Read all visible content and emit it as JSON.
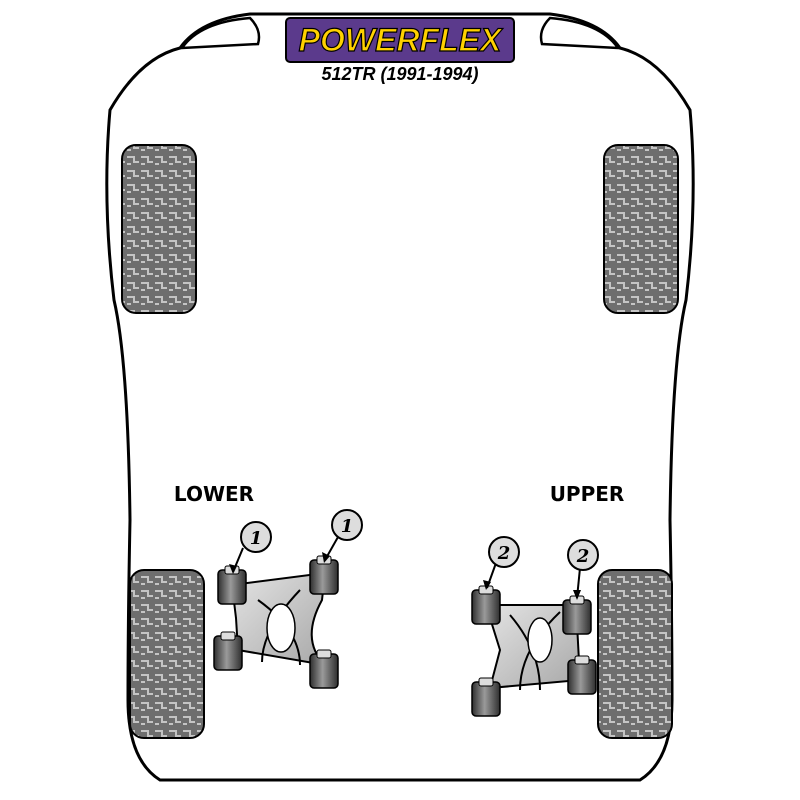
{
  "logo": {
    "brand": "POWERFLEX",
    "colors": {
      "bg": "#5b3a8c",
      "text": "#ffd100"
    }
  },
  "model": "512TR (1991-1994)",
  "labels": {
    "lower": "LOWER",
    "upper": "UPPER"
  },
  "callouts": [
    {
      "id": "lower-left",
      "number": "1"
    },
    {
      "id": "lower-right",
      "number": "1"
    },
    {
      "id": "upper-left",
      "number": "2"
    },
    {
      "id": "upper-right",
      "number": "2"
    }
  ],
  "colors": {
    "outline": "#000000",
    "tyre": "#6e6e6e",
    "tread": "#b5b5b5",
    "arm": "#c8c8c8",
    "bush": "#3a3a3a"
  }
}
